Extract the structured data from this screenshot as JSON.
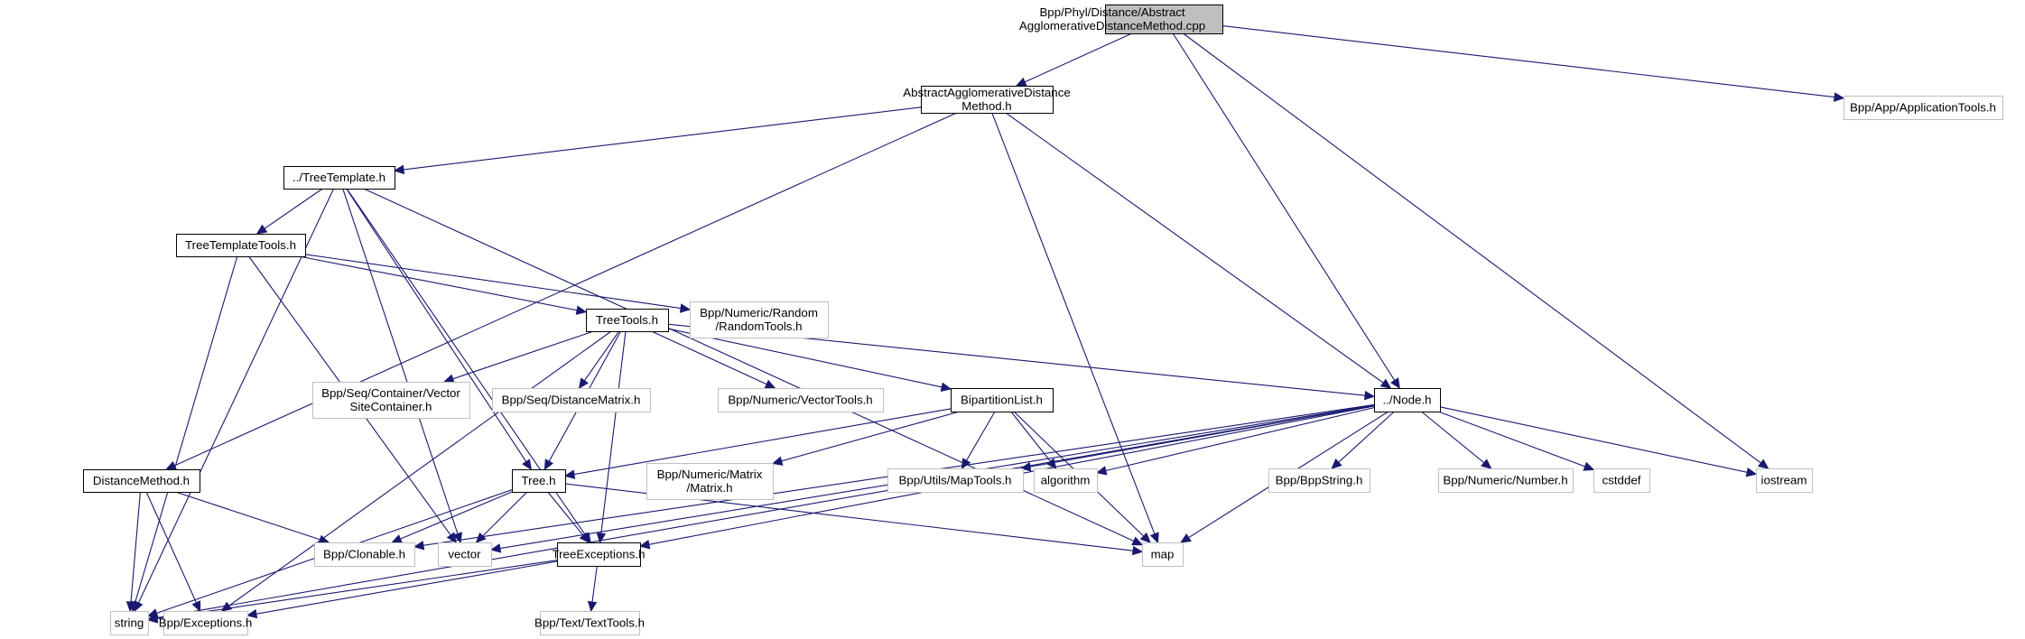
{
  "title": "Bpp/Phyl/Distance/AbstractAgglomerativeDistanceMethod.cpp",
  "colors": {
    "edge": "#191970",
    "main_fill": "#bfbfbf",
    "documented_border": "#000000",
    "external_border": "#bfbfbf"
  },
  "nodes": [
    {
      "id": "cpp",
      "lines": [
        "Bpp/Phyl/Distance/Abstract",
        "AgglomerativeDistanceMethod.cpp"
      ],
      "kind": "main"
    },
    {
      "id": "aadm",
      "lines": [
        "AbstractAgglomerativeDistance",
        "Method.h"
      ],
      "kind": "doc"
    },
    {
      "id": "apptools",
      "lines": [
        "Bpp/App/ApplicationTools.h"
      ],
      "kind": "ext"
    },
    {
      "id": "treetemplate",
      "lines": [
        "../TreeTemplate.h"
      ],
      "kind": "doc"
    },
    {
      "id": "treetemplatetools",
      "lines": [
        "TreeTemplateTools.h"
      ],
      "kind": "doc"
    },
    {
      "id": "treetools",
      "lines": [
        "TreeTools.h"
      ],
      "kind": "doc"
    },
    {
      "id": "randomtools",
      "lines": [
        "Bpp/Numeric/Random",
        "/RandomTools.h"
      ],
      "kind": "ext"
    },
    {
      "id": "vsc",
      "lines": [
        "Bpp/Seq/Container/Vector",
        "SiteContainer.h"
      ],
      "kind": "ext"
    },
    {
      "id": "distmatrix",
      "lines": [
        "Bpp/Seq/DistanceMatrix.h"
      ],
      "kind": "ext"
    },
    {
      "id": "vectortools",
      "lines": [
        "Bpp/Numeric/VectorTools.h"
      ],
      "kind": "ext"
    },
    {
      "id": "bipartition",
      "lines": [
        "BipartitionList.h"
      ],
      "kind": "doc"
    },
    {
      "id": "node",
      "lines": [
        "../Node.h"
      ],
      "kind": "doc"
    },
    {
      "id": "matrix",
      "lines": [
        "Bpp/Numeric/Matrix",
        "/Matrix.h"
      ],
      "kind": "ext"
    },
    {
      "id": "tree",
      "lines": [
        "Tree.h"
      ],
      "kind": "doc"
    },
    {
      "id": "maptools",
      "lines": [
        "Bpp/Utils/MapTools.h"
      ],
      "kind": "ext"
    },
    {
      "id": "algorithm",
      "lines": [
        "algorithm"
      ],
      "kind": "ext"
    },
    {
      "id": "bppstring",
      "lines": [
        "Bpp/BppString.h"
      ],
      "kind": "ext"
    },
    {
      "id": "number",
      "lines": [
        "Bpp/Numeric/Number.h"
      ],
      "kind": "ext"
    },
    {
      "id": "cstddef",
      "lines": [
        "cstddef"
      ],
      "kind": "ext"
    },
    {
      "id": "iostream",
      "lines": [
        "iostream"
      ],
      "kind": "ext"
    },
    {
      "id": "distancemethod",
      "lines": [
        "DistanceMethod.h"
      ],
      "kind": "doc"
    },
    {
      "id": "clonable",
      "lines": [
        "Bpp/Clonable.h"
      ],
      "kind": "ext"
    },
    {
      "id": "vector",
      "lines": [
        "vector"
      ],
      "kind": "ext"
    },
    {
      "id": "treeexceptions",
      "lines": [
        "TreeExceptions.h"
      ],
      "kind": "doc"
    },
    {
      "id": "map",
      "lines": [
        "map"
      ],
      "kind": "ext"
    },
    {
      "id": "string",
      "lines": [
        "string"
      ],
      "kind": "ext"
    },
    {
      "id": "exceptions",
      "lines": [
        "Bpp/Exceptions.h"
      ],
      "kind": "ext"
    },
    {
      "id": "texttools",
      "lines": [
        "Bpp/Text/TextTools.h"
      ],
      "kind": "ext"
    }
  ],
  "edges": [
    [
      "cpp",
      "aadm"
    ],
    [
      "cpp",
      "node"
    ],
    [
      "cpp",
      "iostream"
    ],
    [
      "cpp",
      "apptools"
    ],
    [
      "aadm",
      "treetemplate"
    ],
    [
      "aadm",
      "distancemethod"
    ],
    [
      "aadm",
      "node"
    ],
    [
      "aadm",
      "map"
    ],
    [
      "treetemplate",
      "treetemplatetools"
    ],
    [
      "treetemplate",
      "tree"
    ],
    [
      "treetemplate",
      "string"
    ],
    [
      "treetemplate",
      "vector"
    ],
    [
      "treetemplate",
      "treeexceptions"
    ],
    [
      "treetemplate",
      "map"
    ],
    [
      "treetemplatetools",
      "treetools"
    ],
    [
      "treetemplatetools",
      "randomtools"
    ],
    [
      "treetemplatetools",
      "string"
    ],
    [
      "treetemplatetools",
      "vector"
    ],
    [
      "treetools",
      "vsc"
    ],
    [
      "treetools",
      "distmatrix"
    ],
    [
      "treetools",
      "vectortools"
    ],
    [
      "treetools",
      "bipartition"
    ],
    [
      "treetools",
      "node"
    ],
    [
      "treetools",
      "tree"
    ],
    [
      "treetools",
      "exceptions"
    ],
    [
      "treetools",
      "treeexceptions"
    ],
    [
      "bipartition",
      "tree"
    ],
    [
      "bipartition",
      "matrix"
    ],
    [
      "bipartition",
      "maptools"
    ],
    [
      "bipartition",
      "algorithm"
    ],
    [
      "bipartition",
      "map"
    ],
    [
      "node",
      "maptools"
    ],
    [
      "node",
      "algorithm"
    ],
    [
      "node",
      "bppstring"
    ],
    [
      "node",
      "number"
    ],
    [
      "node",
      "cstddef"
    ],
    [
      "node",
      "iostream"
    ],
    [
      "node",
      "treeexceptions"
    ],
    [
      "node",
      "vector"
    ],
    [
      "node",
      "map"
    ],
    [
      "node",
      "string"
    ],
    [
      "node",
      "clonable"
    ],
    [
      "tree",
      "clonable"
    ],
    [
      "tree",
      "vector"
    ],
    [
      "tree",
      "treeexceptions"
    ],
    [
      "tree",
      "map"
    ],
    [
      "tree",
      "string"
    ],
    [
      "distancemethod",
      "clonable"
    ],
    [
      "distancemethod",
      "string"
    ],
    [
      "distancemethod",
      "exceptions"
    ],
    [
      "treeexceptions",
      "string"
    ],
    [
      "treeexceptions",
      "exceptions"
    ],
    [
      "treeexceptions",
      "texttools"
    ]
  ]
}
